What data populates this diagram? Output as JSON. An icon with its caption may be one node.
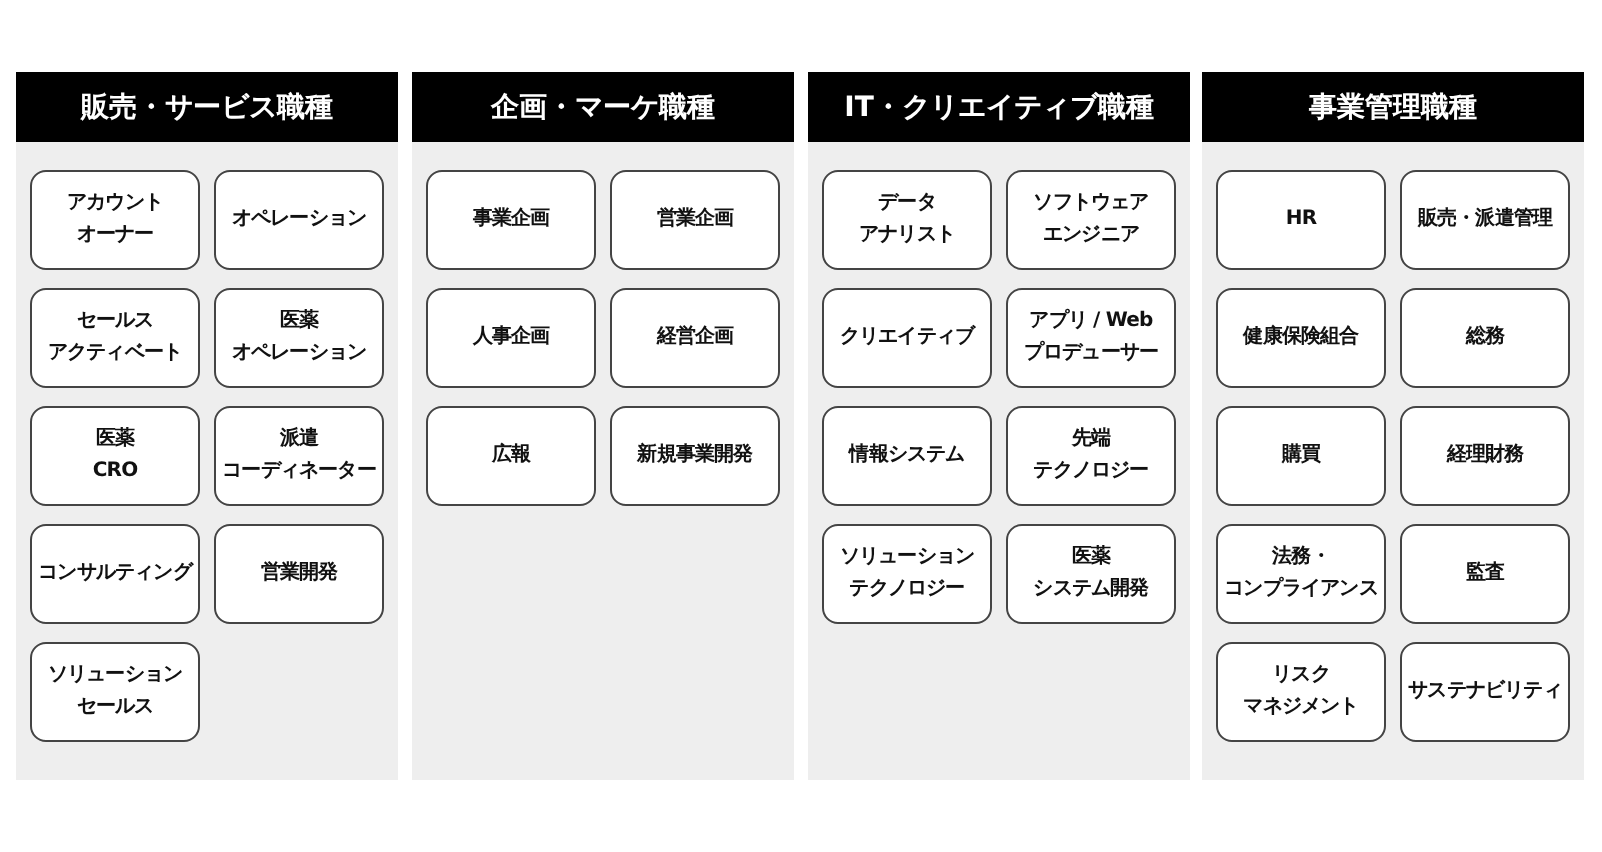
{
  "diagram": {
    "nodes": [
      {
        "text": [
          "販売・サービス職種"
        ]
      },
      {
        "text": [
          "アカウントオーナー"
        ],
        "in": 0
      },
      {
        "text": [
          "オペレーション"
        ],
        "in": 0
      },
      {
        "text": [
          "セールスアクティベート"
        ],
        "in": 0
      },
      {
        "text": [
          "医薬オペレーション"
        ],
        "in": 0
      },
      {
        "text": [
          "医薬CRO"
        ],
        "in": 0
      },
      {
        "text": [
          "派遣コーディネーター"
        ],
        "in": 0
      },
      {
        "text": [
          "コンサルティング"
        ],
        "in": 0
      },
      {
        "text": [
          "営業開発"
        ],
        "in": 0
      },
      {
        "text": [
          "ソリューションセールス"
        ],
        "in": 0
      },
      {
        "text": [
          "企画・マーケ職種"
        ]
      },
      {
        "text": [
          "事業企画"
        ],
        "in": 10
      },
      {
        "text": [
          "営業企画"
        ],
        "in": 10
      },
      {
        "text": [
          "人事企画"
        ],
        "in": 10
      },
      {
        "text": [
          "経営企画"
        ],
        "in": 10
      },
      {
        "text": [
          "広報"
        ],
        "in": 10
      },
      {
        "text": [
          "新規事業開発"
        ],
        "in": 10
      },
      {
        "text": [
          "IT・クリエイティブ職種"
        ]
      },
      {
        "text": [
          "データアナリスト"
        ],
        "in": 17
      },
      {
        "text": [
          "ソフトウェアエンジニア"
        ],
        "in": 17
      },
      {
        "text": [
          "クリエイティブ"
        ],
        "in": 17
      },
      {
        "text": [
          "アプリ / Webプロデューサー"
        ],
        "in": 17
      },
      {
        "text": [
          "情報システム"
        ],
        "in": 17
      },
      {
        "text": [
          "先端テクノロジー"
        ],
        "in": 17
      },
      {
        "text": [
          "ソリューションテクノロジー"
        ],
        "in": 17
      },
      {
        "text": [
          "医薬システム開発"
        ],
        "in": 17
      },
      {
        "text": [
          "事業管理職種"
        ]
      },
      {
        "text": [
          "HR"
        ],
        "in": 26
      },
      {
        "text": [
          "販売・派遣管理"
        ],
        "in": 26
      },
      {
        "text": [
          "健康保険組合"
        ],
        "in": 26
      },
      {
        "text": [
          "総務"
        ],
        "in": 26
      },
      {
        "text": [
          "購買"
        ],
        "in": 26
      },
      {
        "text": [
          "経理財務"
        ],
        "in": 26
      },
      {
        "text": [
          "法務・コンプライアンス"
        ],
        "in": 26
      },
      {
        "text": [
          "監査"
        ],
        "in": 26
      },
      {
        "text": [
          "リスクマネジメント"
        ],
        "in": 26
      },
      {
        "text": [
          "サステナビリティ"
        ],
        "in": 26
      }
    ]
  }
}
